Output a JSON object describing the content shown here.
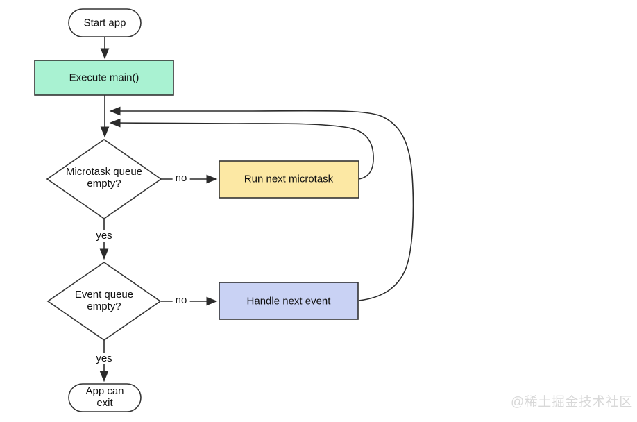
{
  "nodes": {
    "start": {
      "label": "Start app",
      "type": "stadium"
    },
    "execute_main": {
      "label": "Execute main()",
      "type": "process"
    },
    "microtask_decision": {
      "label": "Microtask queue empty?",
      "type": "decision"
    },
    "run_microtask": {
      "label": "Run next microtask",
      "type": "process"
    },
    "event_decision": {
      "label": "Event queue empty?",
      "type": "decision"
    },
    "handle_event": {
      "label": "Handle next event",
      "type": "process"
    },
    "app_exit": {
      "label": "App can exit",
      "type": "stadium"
    }
  },
  "edge_labels": {
    "microtask_no": "no",
    "microtask_yes": "yes",
    "event_no": "no",
    "event_yes": "yes"
  },
  "watermark": "@稀土掘金技术社区",
  "colors": {
    "execute_fill": "#a9f2d2",
    "microtask_fill": "#fce8a4",
    "event_fill": "#c9d2f4",
    "node_fill_white": "#ffffff",
    "node_stroke": "#333333",
    "edge_stroke": "#2b2b2b",
    "watermark_gray": "#d8d8d8"
  }
}
